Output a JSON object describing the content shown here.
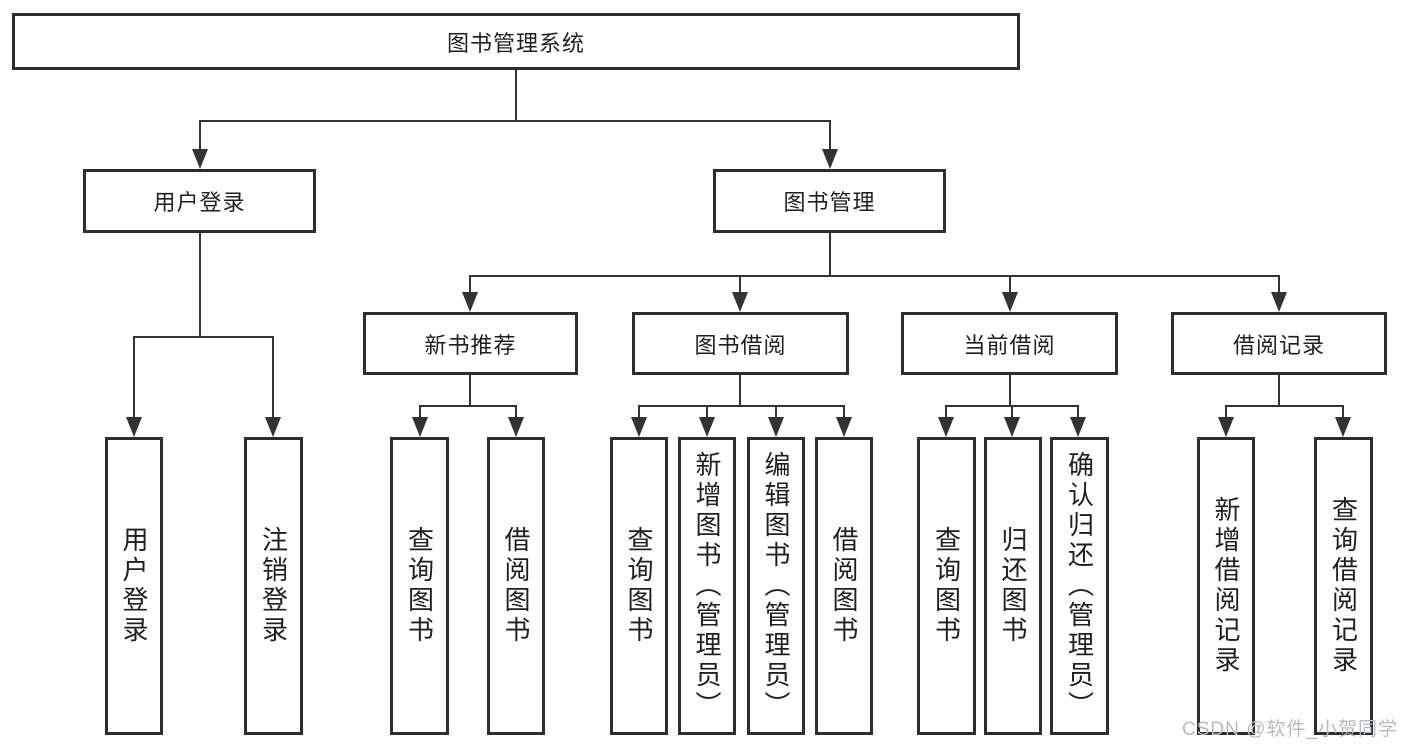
{
  "diagram": {
    "type": "hierarchy-tree",
    "root": {
      "label": "图书管理系统"
    },
    "branches": [
      {
        "label": "用户登录",
        "children": [
          "用户登录",
          "注销登录"
        ]
      },
      {
        "label": "图书管理",
        "groups": [
          {
            "label": "新书推荐",
            "children": [
              "查询图书",
              "借阅图书"
            ]
          },
          {
            "label": "图书借阅",
            "children": [
              "查询图书",
              "新增图书（管理员）",
              "编辑图书（管理员）",
              "借阅图书"
            ]
          },
          {
            "label": "当前借阅",
            "children": [
              "查询图书",
              "归还图书",
              "确认归还（管理员）"
            ]
          },
          {
            "label": "借阅记录",
            "children": [
              "新增借阅记录",
              "查询借阅记录"
            ]
          }
        ]
      }
    ]
  },
  "watermark": {
    "text": "CSDN @软件_小贺同学",
    "color": "#b7babd"
  },
  "colors": {
    "line": "#333333",
    "box_border": "#2d2d2d",
    "text": "#1f1f1f",
    "background": "#ffffff"
  }
}
